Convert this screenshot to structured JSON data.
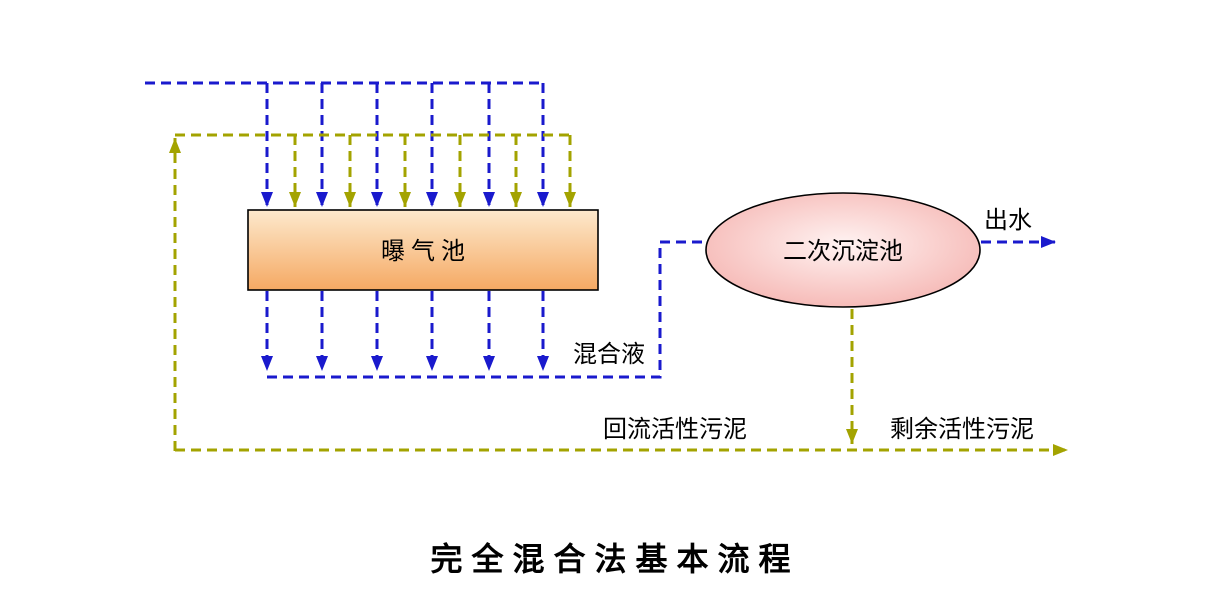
{
  "diagram": {
    "title": "完全混合法基本流程",
    "nodes": {
      "aeration_tank": {
        "label": "曝  气  池"
      },
      "secondary_clarifier": {
        "label": "二次沉淀池"
      }
    },
    "labels": {
      "effluent": "出水",
      "mixed_liquor": "混合液",
      "return_sludge": "回流活性污泥",
      "excess_sludge": "剩余活性污泥"
    },
    "colors": {
      "influent_line": "#1a1acd",
      "sludge_line": "#a3a300",
      "tank_fill_top": "#fde9cd",
      "tank_fill_bottom": "#f5a963",
      "clarifier_fill_center": "#fff3f2",
      "clarifier_fill_edge": "#f2a29e",
      "outline": "#000000",
      "background": "#ffffff"
    }
  }
}
